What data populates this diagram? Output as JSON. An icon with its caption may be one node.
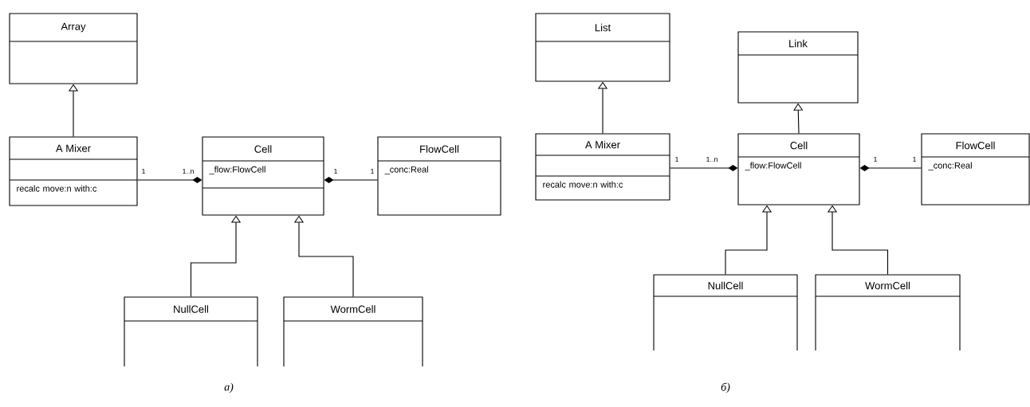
{
  "diagram": {
    "nodes": [
      {
        "text": [
          "Array"
        ]
      },
      {
        "text": [
          "A Mixer",
          "recalc move:n with:c"
        ]
      },
      {
        "text": [
          "Cell",
          "_flow:FlowCell"
        ]
      },
      {
        "text": [
          "FlowCell",
          "_conc:Real"
        ]
      },
      {
        "text": [
          "NullCell"
        ]
      },
      {
        "text": [
          "WormCell"
        ]
      },
      {
        "text": [
          "List"
        ]
      },
      {
        "text": [
          "Link"
        ]
      },
      {
        "text": [
          "A Mixer",
          "recalc move:n with:c"
        ]
      },
      {
        "text": [
          "Cell",
          "_flow:FlowCell"
        ]
      },
      {
        "text": [
          "FlowCell",
          "_conc:Real"
        ]
      },
      {
        "text": [
          "NullCell"
        ]
      },
      {
        "text": [
          "WormCell"
        ]
      }
    ],
    "edges": [
      {
        "from": 1,
        "to": 0,
        "arrow": "to"
      },
      {
        "from": 1,
        "to": 2,
        "arrow": "other"
      },
      {
        "from": 3,
        "to": 2,
        "arrow": "other"
      },
      {
        "from": 4,
        "to": 2,
        "arrow": "to"
      },
      {
        "from": 5,
        "to": 2,
        "arrow": "to"
      },
      {
        "from": 8,
        "to": 6,
        "arrow": "to"
      },
      {
        "from": 9,
        "to": 7,
        "arrow": "to"
      },
      {
        "from": 8,
        "to": 9,
        "arrow": "other"
      },
      {
        "from": 10,
        "to": 9,
        "arrow": "other"
      },
      {
        "from": 11,
        "to": 9,
        "arrow": "to"
      },
      {
        "from": 12,
        "to": 9,
        "arrow": "to"
      }
    ],
    "labels": [
      "1",
      "1..n",
      "1",
      "1",
      "1",
      "1..n",
      "1",
      "1",
      "а)",
      "б)"
    ]
  }
}
